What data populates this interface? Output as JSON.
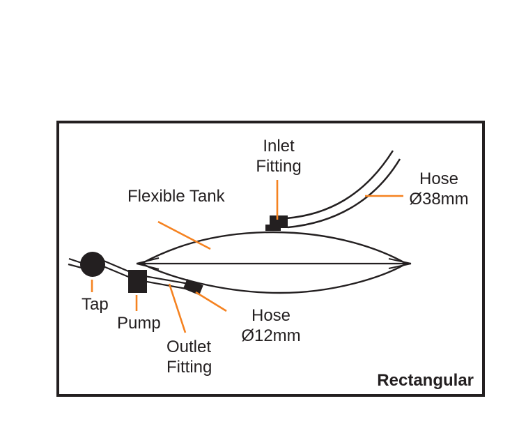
{
  "diagram": {
    "type": "labelled-parts-diagram",
    "subject": "Flexible water tank plumbing schematic",
    "variant_label": "Rectangular",
    "labels": {
      "inlet_fitting": {
        "line1": "Inlet",
        "line2": "Fitting"
      },
      "hose_large": {
        "line1": "Hose",
        "line2": "Ø38mm"
      },
      "flexible_tank": {
        "text": "Flexible Tank"
      },
      "tap": {
        "text": "Tap"
      },
      "pump": {
        "text": "Pump"
      },
      "outlet_fitting": {
        "line1": "Outlet",
        "line2": "Fitting"
      },
      "hose_small": {
        "line1": "Hose",
        "line2": "Ø12mm"
      }
    },
    "colors": {
      "outline": "#231f20",
      "leader": "#f58220",
      "background": "#ffffff"
    }
  }
}
